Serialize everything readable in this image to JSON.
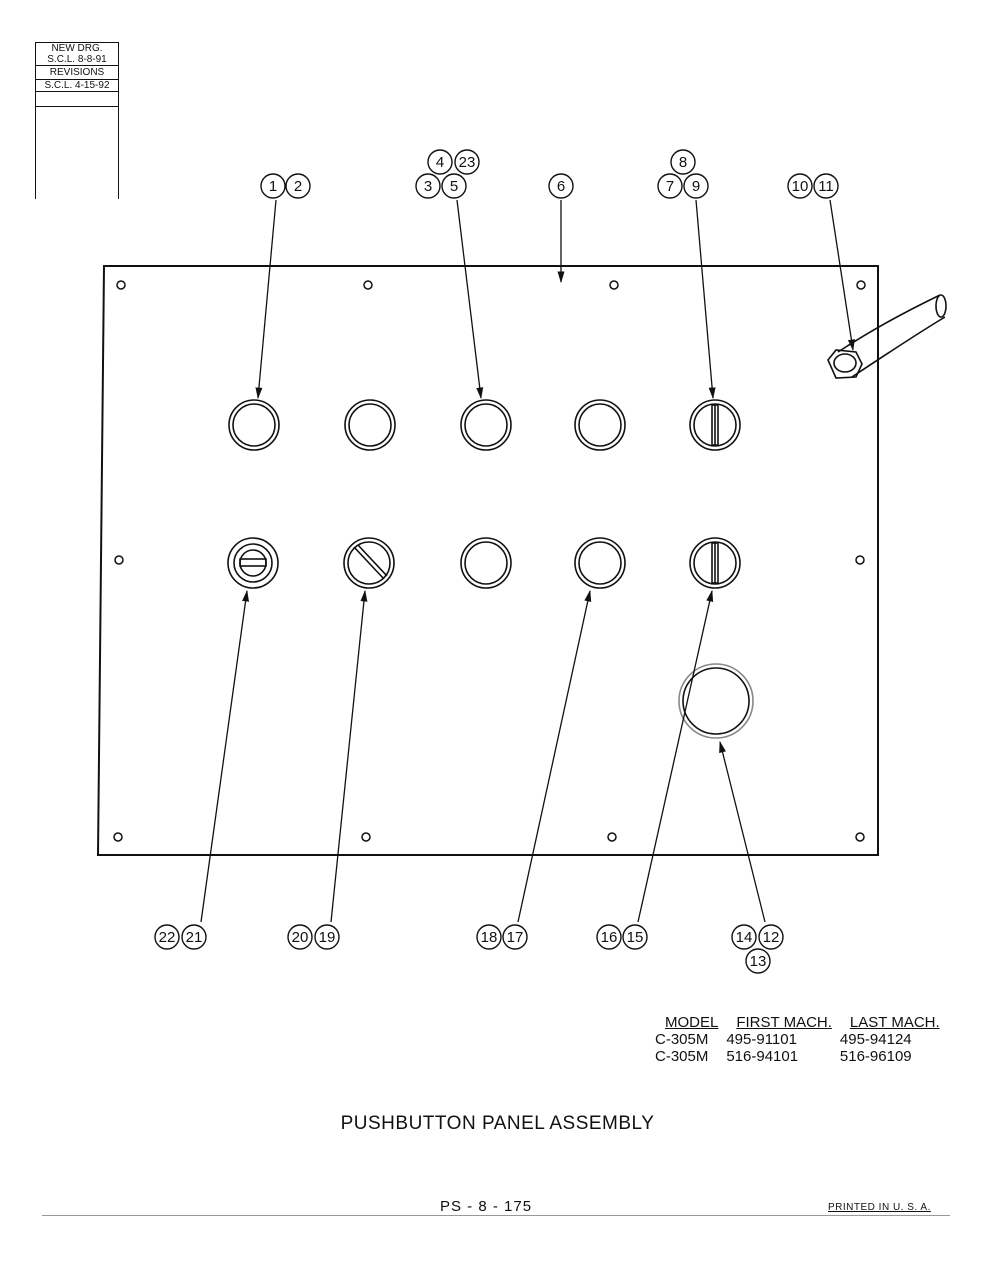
{
  "revision_block": {
    "new_drg_label": "NEW DRG.",
    "new_drg_entry": "S.C.L. 8-8-91",
    "revisions_label": "REVISIONS",
    "revision_entry": "S.C.L. 4-15-92"
  },
  "callouts": {
    "c1": "1",
    "c2": "2",
    "c3": "3",
    "c4": "4",
    "c5": "5",
    "c6": "6",
    "c7": "7",
    "c8": "8",
    "c9": "9",
    "c10": "10",
    "c11": "11",
    "c12": "12",
    "c13": "13",
    "c14": "14",
    "c15": "15",
    "c16": "16",
    "c17": "17",
    "c18": "18",
    "c19": "19",
    "c20": "20",
    "c21": "21",
    "c22": "22",
    "c23": "23"
  },
  "model_table": {
    "headers": [
      "MODEL",
      "FIRST MACH.",
      "LAST MACH."
    ],
    "rows": [
      [
        "C-305M",
        "495-91101",
        "495-94124"
      ],
      [
        "C-305M",
        "516-94101",
        "516-96109"
      ]
    ]
  },
  "title": "PUSHBUTTON PANEL ASSEMBLY",
  "drawing_number": "PS - 8 - 175",
  "printed_note": "PRINTED IN U. S. A."
}
